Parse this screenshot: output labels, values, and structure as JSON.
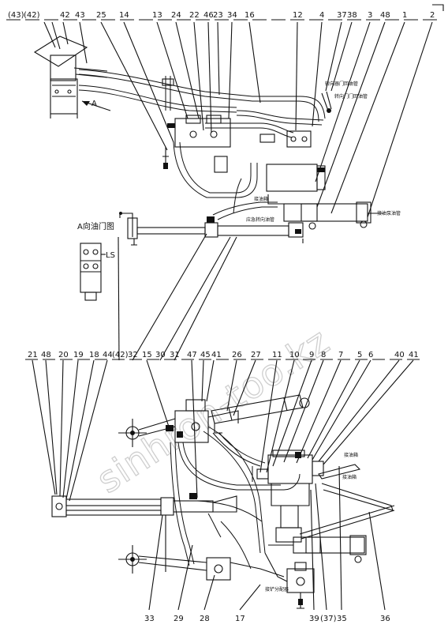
{
  "watermark": "sinhron-too.kz",
  "top_labels": [
    "(43)",
    "(42)",
    "42",
    "43",
    "25",
    "14",
    "13",
    "24",
    "22",
    "46",
    "23",
    "34",
    "16",
    "12",
    "4",
    "37",
    "38",
    "3",
    "48",
    "1",
    "2"
  ],
  "mid_labels": [
    "21",
    "48",
    "20",
    "19",
    "18",
    "44",
    "(42)",
    "32",
    "15",
    "30",
    "31",
    "47",
    "45",
    "41",
    "26",
    "27",
    "11",
    "10",
    "9",
    "8",
    "7",
    "5",
    "6",
    "40",
    "41"
  ],
  "bottom_labels": [
    "33",
    "29",
    "28",
    "17",
    "39",
    "(37)",
    "35",
    "36"
  ],
  "view_a_arrow": "A",
  "view_a_title": "A向油门图",
  "view_a_ls": "LS",
  "annotations": {
    "a1": "转向器门回油管",
    "a2": "转向门门回油管",
    "a3": "接油箱",
    "a4": "应急转向油管",
    "a5": "接油泵油管",
    "a6": "接油箱",
    "a7": "接油箱",
    "a8": "接铲分配器"
  }
}
